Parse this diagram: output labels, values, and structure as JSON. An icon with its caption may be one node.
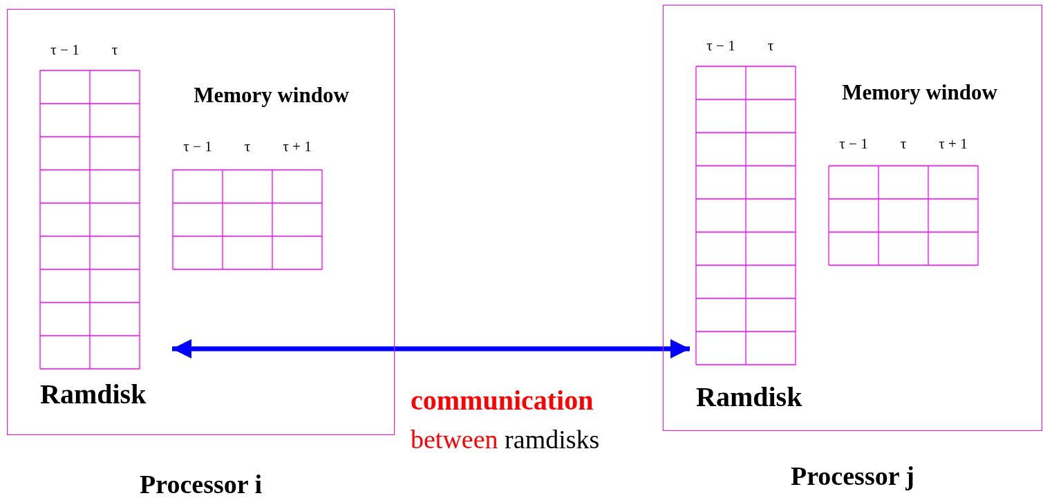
{
  "diagram": {
    "nodes": [
      {
        "text": [
          "Processor i"
        ]
      },
      {
        "text": [
          "τ − 1",
          "τ",
          "Ramdisk"
        ],
        "in": 0
      },
      {
        "text": [
          "Memory window",
          "τ − 1",
          "τ",
          "τ + 1"
        ],
        "in": 0
      },
      {
        "text": [
          "Processor j"
        ]
      },
      {
        "text": [
          "τ − 1",
          "τ",
          "Ramdisk"
        ],
        "in": 3
      },
      {
        "text": [
          "Memory window",
          "τ − 1",
          "τ",
          "τ + 1"
        ],
        "in": 3
      }
    ],
    "edges": [
      {
        "from": 1,
        "to": 4,
        "arrow": "both",
        "label": "**communication** between ramdisks"
      }
    ]
  }
}
